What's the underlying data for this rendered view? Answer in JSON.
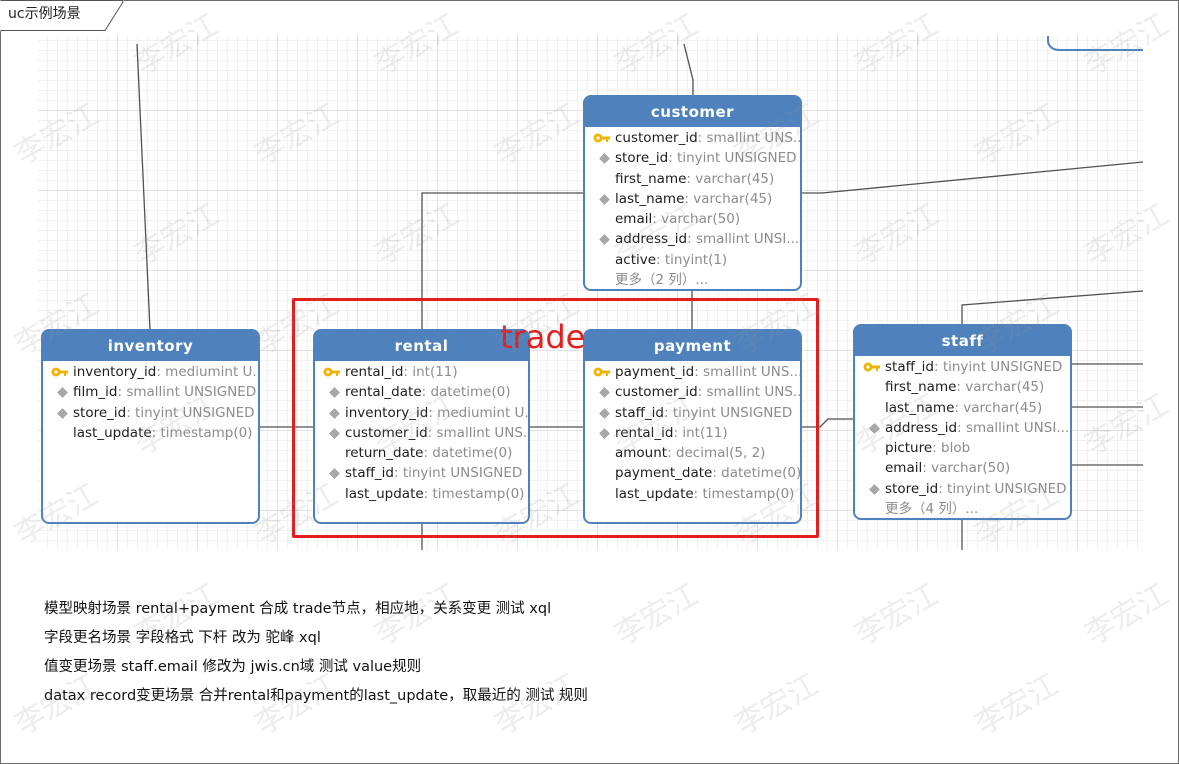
{
  "title": "uc示例场景",
  "entities": {
    "customer": {
      "name": "customer",
      "fields": [
        {
          "key": "primary",
          "name": "customer_id",
          "type": ": smallint UNS..."
        },
        {
          "key": "foreign",
          "name": "store_id",
          "type": ": tinyint UNSIGNED"
        },
        {
          "key": "none",
          "name": "first_name",
          "type": ": varchar(45)"
        },
        {
          "key": "foreign",
          "name": "last_name",
          "type": ": varchar(45)"
        },
        {
          "key": "none",
          "name": "email",
          "type": ": varchar(50)"
        },
        {
          "key": "foreign",
          "name": "address_id",
          "type": ": smallint UNSI..."
        },
        {
          "key": "none",
          "name": "active",
          "type": ": tinyint(1)"
        }
      ],
      "more": "更多（2 列）..."
    },
    "inventory": {
      "name": "inventory",
      "fields": [
        {
          "key": "primary",
          "name": "inventory_id",
          "type": ": mediumint U..."
        },
        {
          "key": "foreign",
          "name": "film_id",
          "type": ": smallint UNSIGNED"
        },
        {
          "key": "foreign",
          "name": "store_id",
          "type": ": tinyint UNSIGNED"
        },
        {
          "key": "none",
          "name": "last_update",
          "type": ": timestamp(0)"
        }
      ]
    },
    "rental": {
      "name": "rental",
      "fields": [
        {
          "key": "primary",
          "name": "rental_id",
          "type": ": int(11)"
        },
        {
          "key": "foreign",
          "name": "rental_date",
          "type": ": datetime(0)"
        },
        {
          "key": "foreign",
          "name": "inventory_id",
          "type": ": mediumint U..."
        },
        {
          "key": "foreign",
          "name": "customer_id",
          "type": ": smallint UNS..."
        },
        {
          "key": "none",
          "name": "return_date",
          "type": ": datetime(0)"
        },
        {
          "key": "foreign",
          "name": "staff_id",
          "type": ": tinyint UNSIGNED"
        },
        {
          "key": "none",
          "name": "last_update",
          "type": ": timestamp(0)"
        }
      ]
    },
    "payment": {
      "name": "payment",
      "fields": [
        {
          "key": "primary",
          "name": "payment_id",
          "type": ": smallint UNS..."
        },
        {
          "key": "foreign",
          "name": "customer_id",
          "type": ": smallint UNS..."
        },
        {
          "key": "foreign",
          "name": "staff_id",
          "type": ": tinyint UNSIGNED"
        },
        {
          "key": "foreign",
          "name": "rental_id",
          "type": ": int(11)"
        },
        {
          "key": "none",
          "name": "amount",
          "type": ": decimal(5, 2)"
        },
        {
          "key": "none",
          "name": "payment_date",
          "type": ": datetime(0)"
        },
        {
          "key": "none",
          "name": "last_update",
          "type": ": timestamp(0)"
        }
      ]
    },
    "staff": {
      "name": "staff",
      "fields": [
        {
          "key": "primary",
          "name": "staff_id",
          "type": ": tinyint UNSIGNED"
        },
        {
          "key": "none",
          "name": "first_name",
          "type": ": varchar(45)"
        },
        {
          "key": "none",
          "name": "last_name",
          "type": ": varchar(45)"
        },
        {
          "key": "foreign",
          "name": "address_id",
          "type": ": smallint UNSI..."
        },
        {
          "key": "none",
          "name": "picture",
          "type": ": blob"
        },
        {
          "key": "none",
          "name": "email",
          "type": ": varchar(50)"
        },
        {
          "key": "foreign",
          "name": "store_id",
          "type": ": tinyint UNSIGNED"
        }
      ],
      "more": "更多（4 列）..."
    }
  },
  "annotation": {
    "label": "trade",
    "color": "#e21e1e"
  },
  "notes": [
    "模型映射场景  rental+payment 合成 trade节点，相应地，关系变更  测试 xql",
    "字段更名场景  字段格式  下杆 改为 驼峰 xql",
    "值变更场景     staff.email 修改为 jwis.cn域  测试 value规则",
    "datax record变更场景     合并rental和payment的last_update，取最近的  测试 规则"
  ],
  "watermark": "李宏江",
  "colors": {
    "entity_header": "#4f82bd",
    "type_text": "#8c8c8c",
    "key_icon": "#f0b400",
    "foreign_icon": "#a8a8a8"
  }
}
